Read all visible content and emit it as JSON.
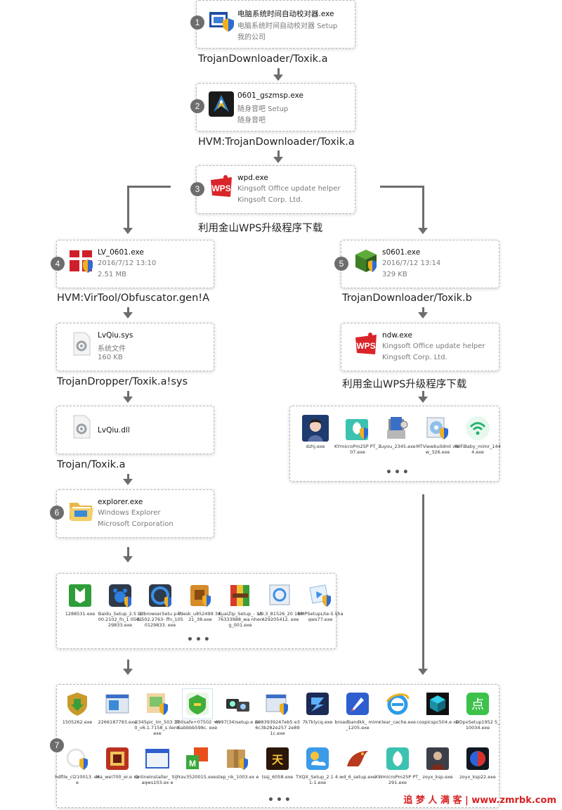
{
  "nodes": [
    {
      "name": "电脑系统时间自动校对器.exe",
      "line1": "电脑系统时间自动校对器 Setup",
      "line2": "我的公司",
      "num": "1",
      "label": "TrojanDownloader/Toxik.a"
    },
    {
      "name": "0601_gszmsp.exe",
      "line1": "随身音吧 Setup",
      "line2": "随身音吧",
      "num": "2",
      "label": "HVM:TrojanDownloader/Toxik.a"
    },
    {
      "name": "wpd.exe",
      "line1": "Kingsoft Office update helper",
      "line2": "Kingsoft Corp. Ltd.",
      "num": "3",
      "label": "利用金山WPS升级程序下载"
    },
    {
      "name": "LV_0601.exe",
      "line1": "2016/7/12 13:10",
      "line2": "2.51 MB",
      "num": "4",
      "label": "HVM:VirTool/Obfuscator.gen!A"
    },
    {
      "name": "s0601.exe",
      "line1": "2016/7/12 13:14",
      "line2": "329 KB",
      "num": "5",
      "label": "TrojanDownloader/Toxik.b"
    },
    {
      "name": "LvQiu.sys",
      "line1": "系统文件",
      "line2": "160 KB",
      "label": "TrojanDropper/Toxik.a!sys"
    },
    {
      "name": "ndw.exe",
      "line1": "Kingsoft Office update helper",
      "line2": "Kingsoft Corp. Ltd.",
      "label": "利用金山WPS升级程序下载"
    },
    {
      "name": "LvQiu.dll",
      "label": "Trojan/Toxik.a"
    },
    {
      "name": "explorer.exe",
      "line1": "Windows Explorer",
      "line2": "Microsoft Corporation",
      "num": "6"
    }
  ],
  "group_right": [
    "dzhj.exe",
    "KYmicroPm25P PT_107.exe",
    "luyou_2345.exe",
    "MTViewbuildmt view_326.exe",
    "WiFiBaby_mimr_1444.exe"
  ],
  "group_left": [
    "1288531.exe",
    "Baidu_Setup_2.5 .200.2102_fn_1 050129833.exe",
    "bdbrowserSetu p-7.6.502.2763- ffn_1050129833. exe",
    "kdesk_u852499 34_21_38.exe",
    "KuaiZip_Setup_- 1176333988_wa nheng_001.exe",
    "V9.3_81526_20 160429205412. exe",
    "XMPSetupLite-S ljhaqws77.exe"
  ],
  "group_bottom_row1": [
    "1505262.exe",
    "2266187793.exe",
    "2345pic_lm_503 370_v6.1.7158_s ilent.exe",
    "360safe+07502 +n6abbbb598c. exe",
    "4997(34)setup.e xe",
    "5983939247eb5 e36c3b282e257 2e891c.exe",
    "7k7klycq.exe",
    "broadbandkk_ mimr_1205.exe",
    "clear_cache.exe",
    "cospicspc504.e xe",
    "DDpxSetup1952 5_10034.exe"
  ],
  "group_bottom_row2": [
    "hdfile_cl210013. exe",
    "Ma_wei700_er.e xe",
    "OnlineInstaller_ Sijhaqws103.ex e",
    "rav3520015.exe",
    "step_nk_1003.ex e",
    "tssj_6058.exe",
    "TXQX_Setup_2.1 4.1-1.exe",
    "wd_6_setup.exe",
    "XWmicroPm25P PT_291.exe",
    "zoyx_ksp.exe",
    "zoyx_ksp22.exe"
  ],
  "dots": "•••",
  "bottom_num": "7",
  "watermark": "追 梦 人 满 客 | www.zmrbk.com",
  "icons": {
    "n1": "installer-shield-icon",
    "n2": "game-dragon-icon",
    "n3": "wps-icon",
    "n4": "gift-box-icon",
    "n5": "minecraft-block-icon",
    "n6": "gear-file-icon",
    "n7": "wps-icon",
    "n8": "gear-file-icon",
    "n9": "folder-icon"
  },
  "colors": {
    "accent": "#6d6d6d",
    "watermark": "#d62222",
    "wps": "#d9242a"
  }
}
